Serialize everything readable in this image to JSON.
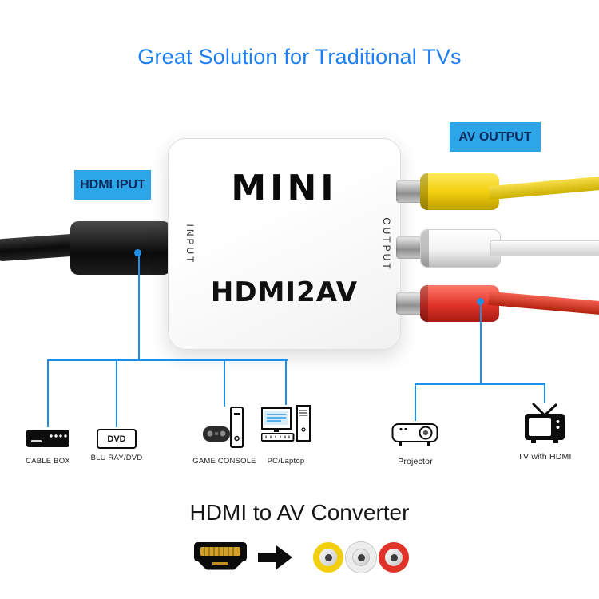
{
  "title": "Great Solution for Traditional TVs",
  "badges": {
    "hdmi_input": "HDMI IPUT",
    "av_output": "AV OUTPUT"
  },
  "converter": {
    "brand": "MINI",
    "input": "INPUT",
    "output": "OUTPUT",
    "model": "HDMI2AV"
  },
  "devices": {
    "sources": [
      {
        "name": "cable-box",
        "label": "CABLE BOX"
      },
      {
        "name": "dvd-player",
        "label": "BLU RAY/DVD",
        "badge": "DVD"
      },
      {
        "name": "game-console",
        "label": "GAME CONSOLE"
      },
      {
        "name": "pc-laptop",
        "label": "PC/Laptop"
      }
    ],
    "outputs": [
      {
        "name": "projector",
        "label": "Projector"
      },
      {
        "name": "tv",
        "label": "TV with HDMI"
      }
    ]
  },
  "caption": "HDMI to AV Converter",
  "colors": {
    "title": "#1C7FF2",
    "badge_bg": "#2CA6E9",
    "badge_text": "#0A2A5E",
    "line": "#1E8FE8",
    "yellow": "#F2CF0E",
    "red": "#E03228",
    "white_plug": "#F2F2F2"
  }
}
